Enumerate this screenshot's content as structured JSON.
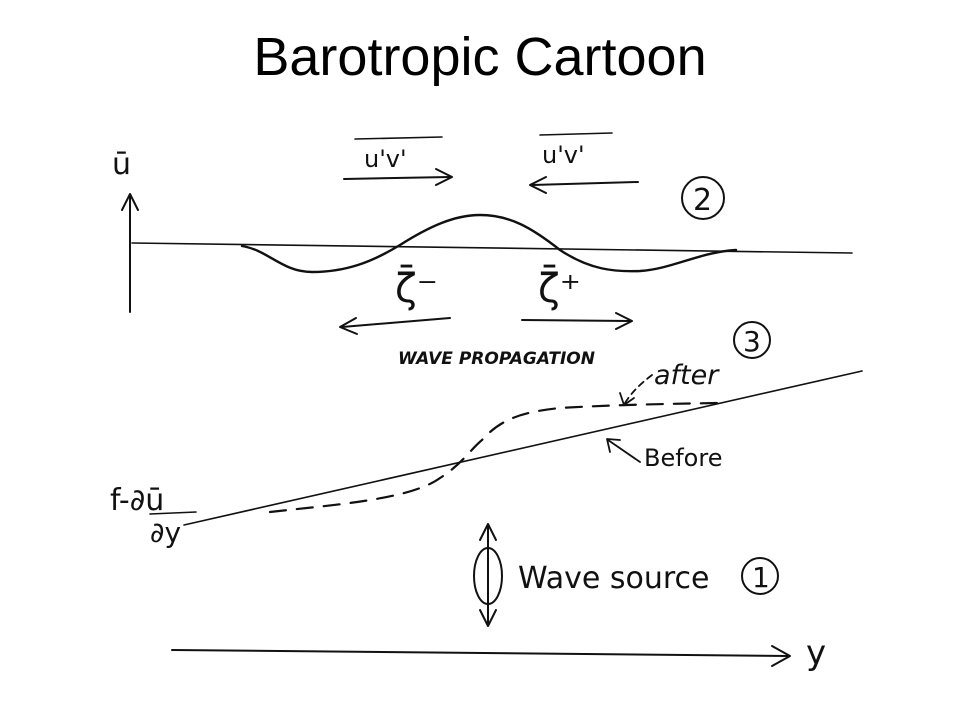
{
  "slide": {
    "title": "Barotropic Cartoon"
  },
  "diagram": {
    "u_axis_label": "ū",
    "flux_left_label": "u'v'",
    "flux_right_label": "u'v'",
    "panel_2_label": "2",
    "zeta_minus_label": "ζ̄⁻",
    "zeta_plus_label": "ζ̄⁺",
    "wave_propagation_label": "WAVE PROPAGATION",
    "panel_3_label": "3",
    "after_label": "after",
    "before_label": "Before",
    "vorticity_gradient_label_top": "f-∂ū",
    "vorticity_gradient_label_bottom": "∂y",
    "wave_source_label": "Wave source",
    "panel_1_label": "1",
    "y_axis_label": "y"
  },
  "colors": {
    "ink": "#111111",
    "background": "#ffffff"
  }
}
